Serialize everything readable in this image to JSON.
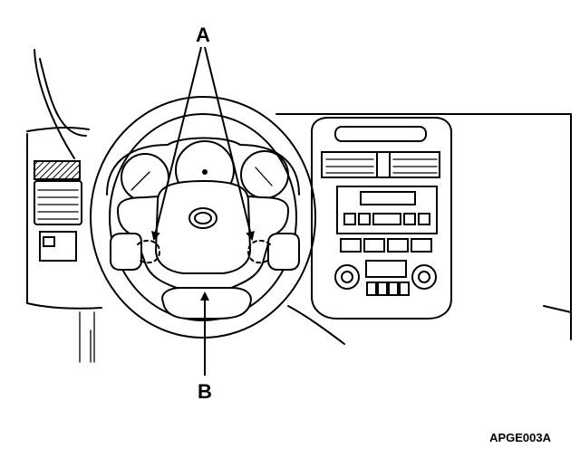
{
  "callouts": {
    "a": "A",
    "b": "B"
  },
  "figure_code": "APGE003A"
}
